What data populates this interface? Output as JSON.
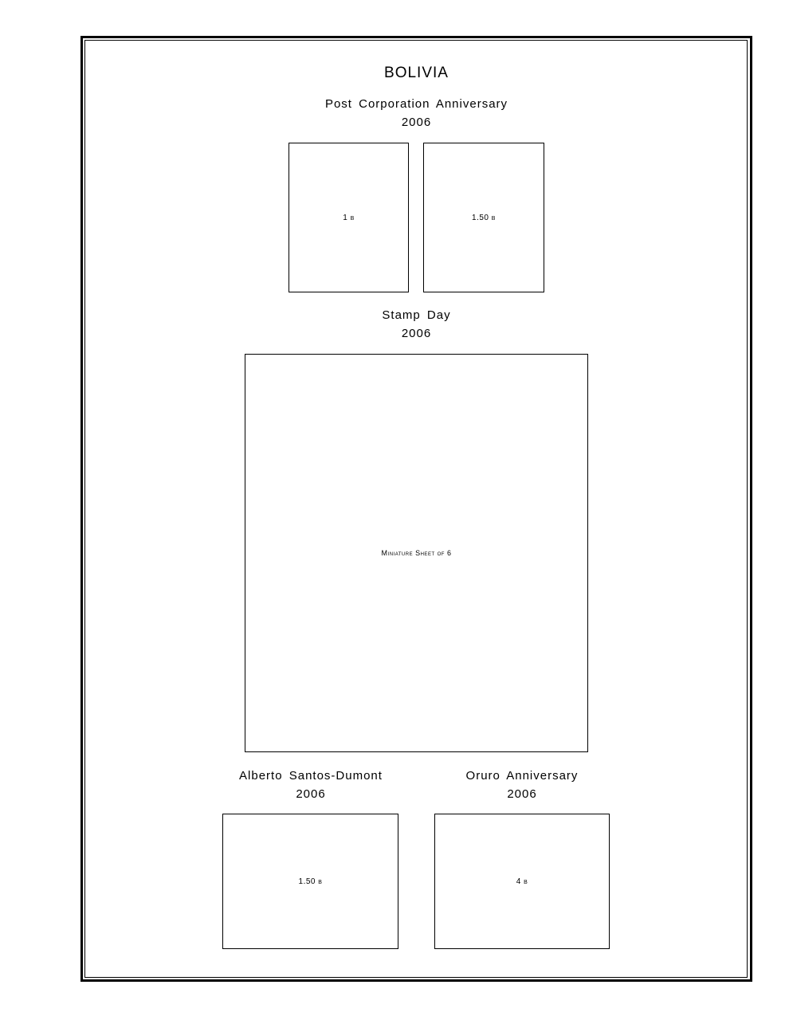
{
  "page": {
    "country": "BOLIVIA"
  },
  "sections": [
    {
      "title": "Post Corporation Anniversary",
      "year": "2006",
      "stamps": [
        {
          "value": "1 b"
        },
        {
          "value": "1.50 b"
        }
      ]
    },
    {
      "title": "Stamp Day",
      "year": "2006",
      "stamps": [
        {
          "value": "Miniature Sheet of 6"
        }
      ]
    },
    {
      "title": "Alberto Santos-Dumont",
      "year": "2006",
      "stamps": [
        {
          "value": "1.50 b"
        }
      ]
    },
    {
      "title": "Oruro Anniversary",
      "year": "2006",
      "stamps": [
        {
          "value": "4 b"
        }
      ]
    }
  ]
}
